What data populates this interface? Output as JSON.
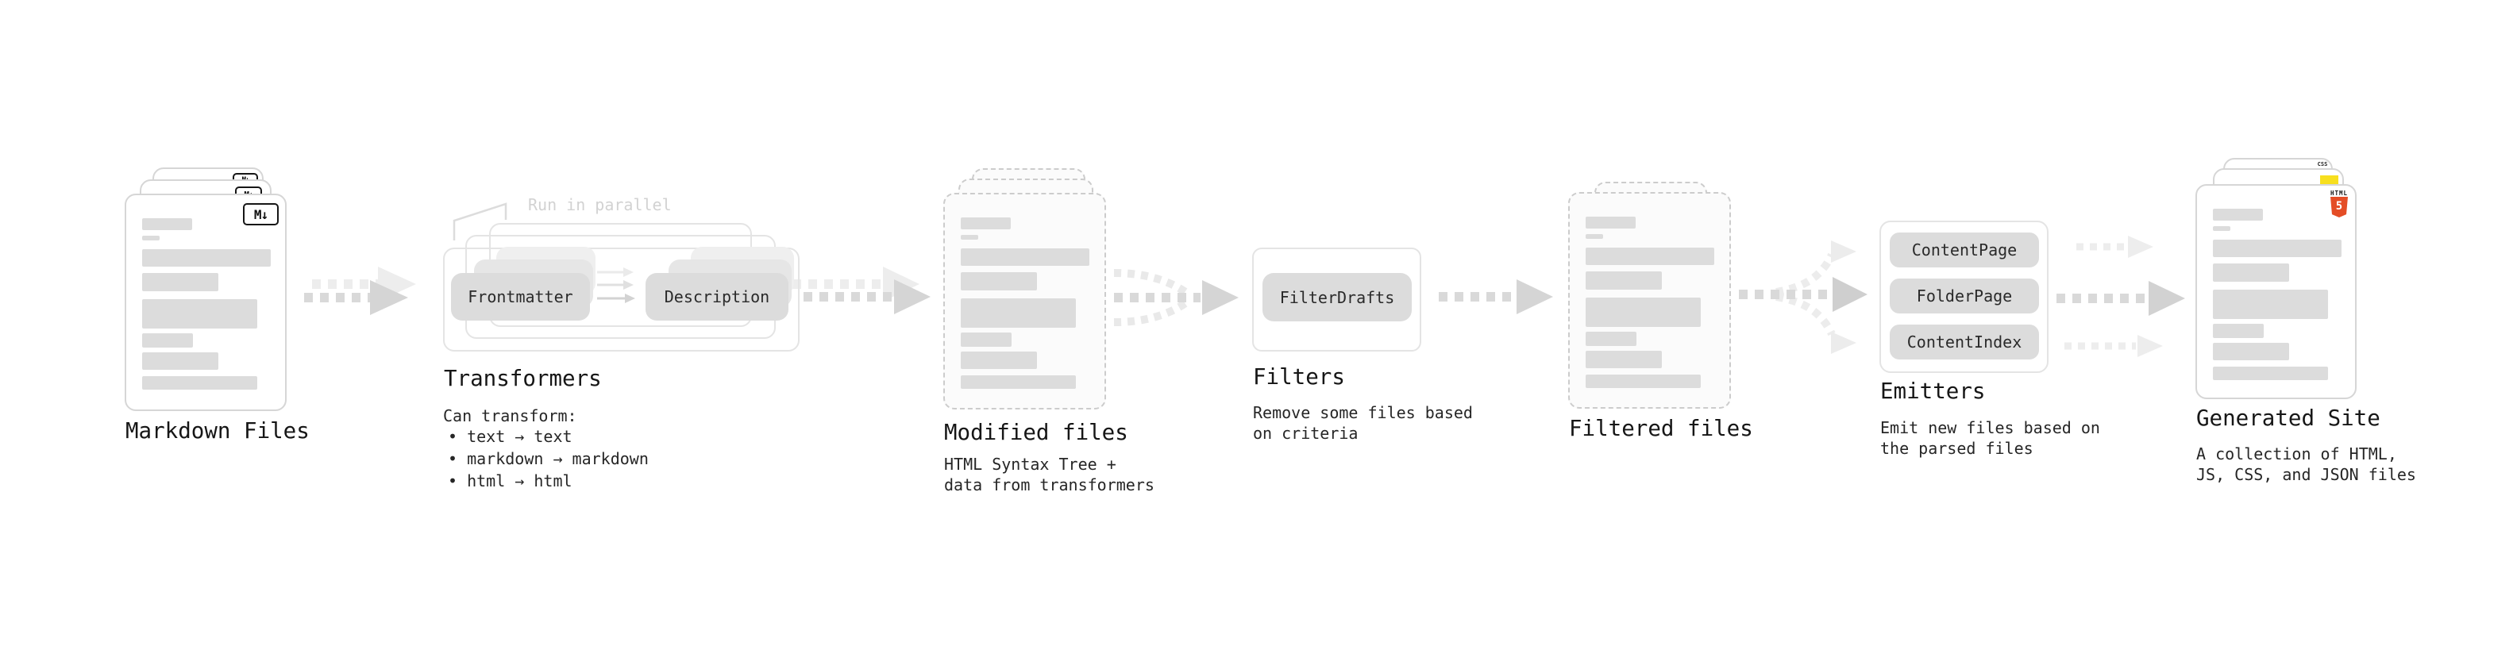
{
  "stages": {
    "markdown_files": {
      "label": "Markdown Files",
      "badge": "M↓"
    },
    "transformers": {
      "label": "Transformers",
      "annotation": "Run in parallel",
      "source_pill": "Frontmatter",
      "target_pill": "Description",
      "note_title": "Can transform:",
      "bullets": [
        "• text → text",
        "• markdown → markdown",
        "• html → html"
      ]
    },
    "modified_files": {
      "label": "Modified files",
      "description": "HTML Syntax Tree +\ndata from transformers"
    },
    "filters": {
      "label": "Filters",
      "pill": "FilterDrafts",
      "description": "Remove some files based\non criteria"
    },
    "filtered_files": {
      "label": "Filtered files"
    },
    "emitters": {
      "label": "Emitters",
      "pills": [
        "ContentPage",
        "FolderPage",
        "ContentIndex"
      ],
      "description": "Emit new files based on\nthe parsed files"
    },
    "generated_site": {
      "label": "Generated Site",
      "description": "A collection of HTML,\nJS, CSS, and JSON files",
      "badges": {
        "css_label": "CSS",
        "html_label": "HTML",
        "html_number": "5"
      }
    }
  },
  "colors": {
    "html5_orange": "#e44d26",
    "js_yellow": "#f7df1e",
    "css_blue": "#2b6be8",
    "arrow_gray": "#d9d9d9",
    "arrow_light": "#ececec",
    "pill_gray": "#dcdcdc"
  }
}
